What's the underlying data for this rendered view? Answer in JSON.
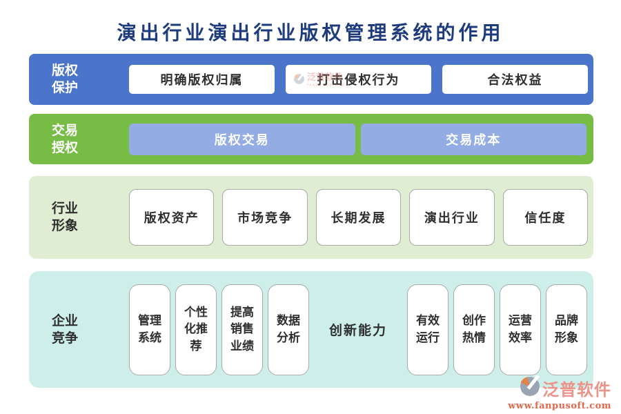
{
  "title": "演出行业演出行业版权管理系统的作用",
  "colors": {
    "row1_bg": "#4A75CB",
    "row2_bg": "#77BD45",
    "row2_item_bg": "#93ACE3",
    "row3_bg": "#DFEDD3",
    "row4_bg": "#CEEFE9",
    "title_text": "#1E3B7D",
    "dark_text": "#2E2E2E",
    "logo_text": "#EC9489",
    "logo_url_text": "#E2674C"
  },
  "row1": {
    "label": "版权\n保护",
    "items": [
      "明确版权归属",
      "打击侵权行为",
      "合法权益"
    ]
  },
  "row2": {
    "label": "交易\n授权",
    "items": [
      "版权交易",
      "交易成本"
    ]
  },
  "row3": {
    "label": "行业\n形象",
    "items": [
      "版权资产",
      "市场竞争",
      "长期发展",
      "演出行业",
      "信任度"
    ]
  },
  "row4": {
    "label": "企业\n竞争",
    "left_items": [
      "管理\n系统",
      "个性\n化推\n荐",
      "提高\n销售\n业绩",
      "数据\n分析"
    ],
    "center_text": "创新能力",
    "right_items": [
      "有效\n运行",
      "创作\n热情",
      "运营\n效率",
      "品牌\n形象"
    ]
  },
  "watermark": {
    "name": "泛普软件",
    "subname": "FANPU SOFTWARE"
  },
  "logo": {
    "name": "泛普软件",
    "url": "www.fanpusoft.com"
  }
}
